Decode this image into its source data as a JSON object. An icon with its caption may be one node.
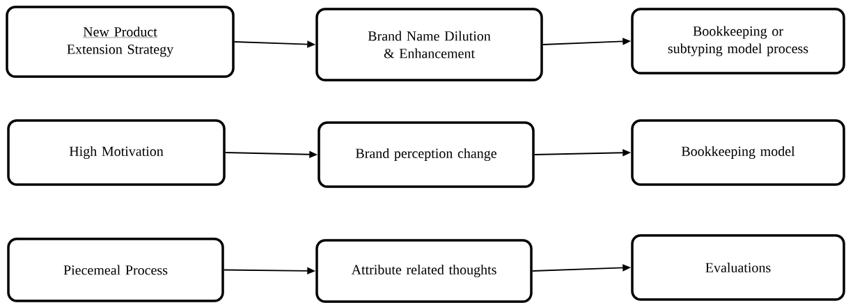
{
  "diagram": {
    "nodes": [
      {
        "text": [
          "New Product",
          "Extension Strategy"
        ]
      },
      {
        "text": [
          "Brand Name Dilution & Enhancement"
        ]
      },
      {
        "text": [
          "Bookkeeping or subtyping model process"
        ]
      },
      {
        "text": [
          "High Motivation"
        ]
      },
      {
        "text": [
          "Brand perception change"
        ]
      },
      {
        "text": [
          "Bookkeeping model"
        ]
      },
      {
        "text": [
          "Piecemeal Process"
        ]
      },
      {
        "text": [
          "Attribute related thoughts"
        ]
      },
      {
        "text": [
          "Evaluations"
        ]
      }
    ],
    "edges": [
      {
        "from": 0,
        "to": 1,
        "arrow": "to"
      },
      {
        "from": 1,
        "to": 2,
        "arrow": "to"
      },
      {
        "from": 3,
        "to": 4,
        "arrow": "to"
      },
      {
        "from": 4,
        "to": 5,
        "arrow": "to"
      },
      {
        "from": 6,
        "to": 7,
        "arrow": "to"
      },
      {
        "from": 7,
        "to": 8,
        "arrow": "to"
      }
    ]
  }
}
